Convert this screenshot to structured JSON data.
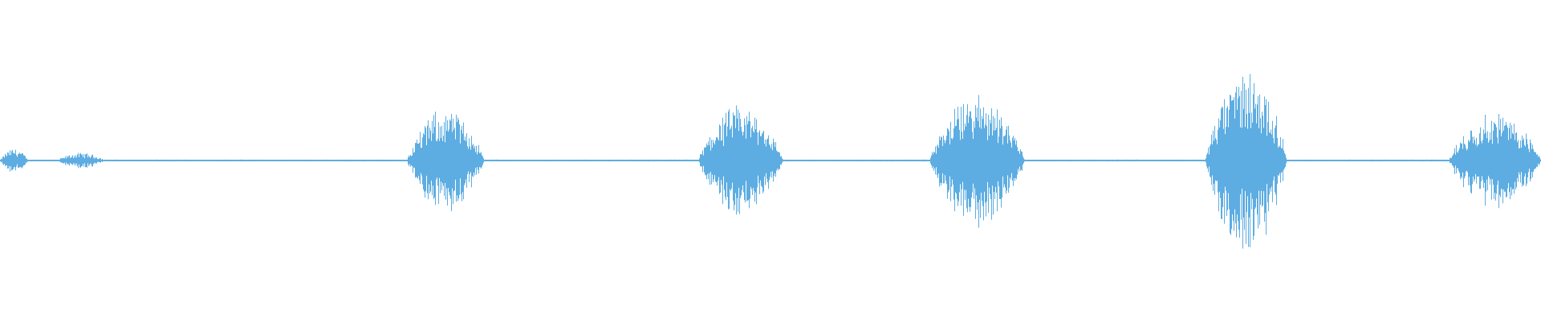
{
  "waveform": {
    "color": "#5dade2",
    "background": "#ffffff",
    "duration_units": "normalized",
    "baseline_amplitude": 0.004,
    "bursts": [
      {
        "start": 0.0,
        "end": 0.018,
        "peak": 0.08
      },
      {
        "start": 0.037,
        "end": 0.068,
        "peak": 0.05
      },
      {
        "start": 0.264,
        "end": 0.314,
        "peak": 0.34
      },
      {
        "start": 0.453,
        "end": 0.508,
        "peak": 0.36
      },
      {
        "start": 0.603,
        "end": 0.665,
        "peak": 0.43
      },
      {
        "start": 0.782,
        "end": 0.835,
        "peak": 0.6
      },
      {
        "start": 0.94,
        "end": 1.0,
        "peak": 0.32
      }
    ]
  }
}
